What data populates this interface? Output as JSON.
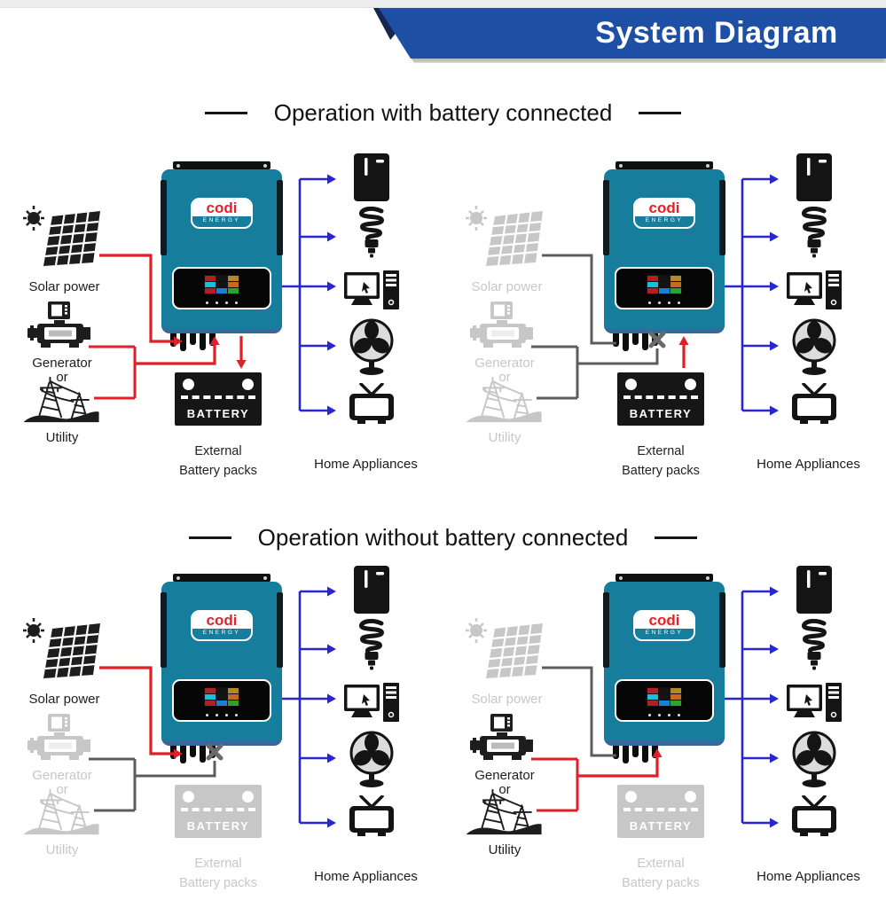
{
  "header": {
    "title": "System Diagram"
  },
  "brand": {
    "name": "codi",
    "sub": "ENERGY"
  },
  "sections": [
    {
      "title": "Operation with battery connected"
    },
    {
      "title": "Operation without battery connected"
    }
  ],
  "labels": {
    "solar": "Solar power",
    "generator": "Generator",
    "or": "or",
    "utility": "Utility",
    "battery": "BATTERY",
    "external_line1": "External",
    "external_line2": "Battery packs",
    "home_appliances": "Home Appliances"
  },
  "appliances": {
    "icons": [
      "refrigerator-icon",
      "cfl-bulb-icon",
      "computer-icon",
      "fan-icon",
      "tv-icon"
    ]
  },
  "colors": {
    "banner_blue": "#1d4fa5",
    "banner_dark": "#18254f",
    "inverter_teal": "#177d9c",
    "brand_red": "#e62129",
    "wire_red": "#e01f26",
    "wire_blue": "#2726cf",
    "wire_gray": "#5c5c5c",
    "inactive_gray": "#c7c7c7"
  },
  "panels": [
    {
      "name": "with-battery-solar-and-grid",
      "section": 0,
      "solar": "active",
      "grid": "active",
      "battery": "active",
      "grid_feed": "connected",
      "battery_flow": "charging"
    },
    {
      "name": "with-battery-backup-mode",
      "section": 0,
      "solar": "inactive",
      "grid": "inactive",
      "battery": "active",
      "grid_feed": "disconnected",
      "battery_flow": "discharging"
    },
    {
      "name": "without-battery-solar-power",
      "section": 1,
      "solar": "active",
      "grid": "inactive",
      "battery": "inactive",
      "grid_feed": "disconnected",
      "battery_flow": "none"
    },
    {
      "name": "without-battery-grid-power",
      "section": 1,
      "solar": "inactive",
      "grid": "active",
      "battery": "inactive",
      "grid_feed": "connected",
      "battery_flow": "none"
    }
  ]
}
